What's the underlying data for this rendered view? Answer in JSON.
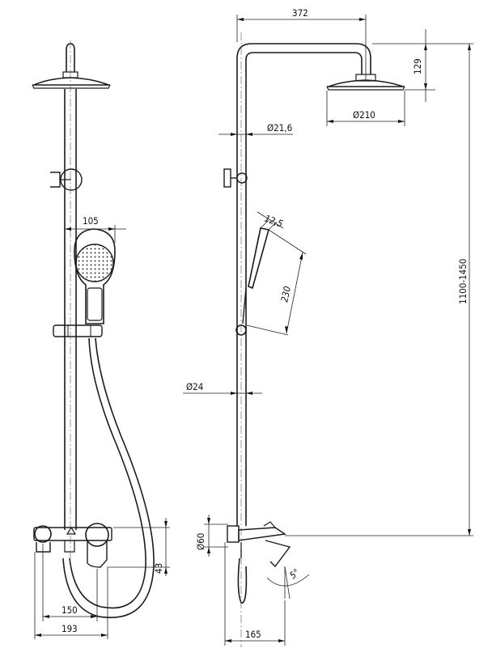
{
  "dimensions": {
    "width_372": "372",
    "height_129": "129",
    "diameter_210": "Ø210",
    "diameter_21_6": "Ø21,6",
    "width_12_5": "12,5",
    "length_230": "230",
    "height_range": "1100-1450",
    "diameter_24": "Ø24",
    "diameter_60": "Ø60",
    "angle_5": "5°",
    "width_165": "165",
    "width_105": "105",
    "height_43": "43",
    "width_150": "150",
    "width_193": "193"
  }
}
